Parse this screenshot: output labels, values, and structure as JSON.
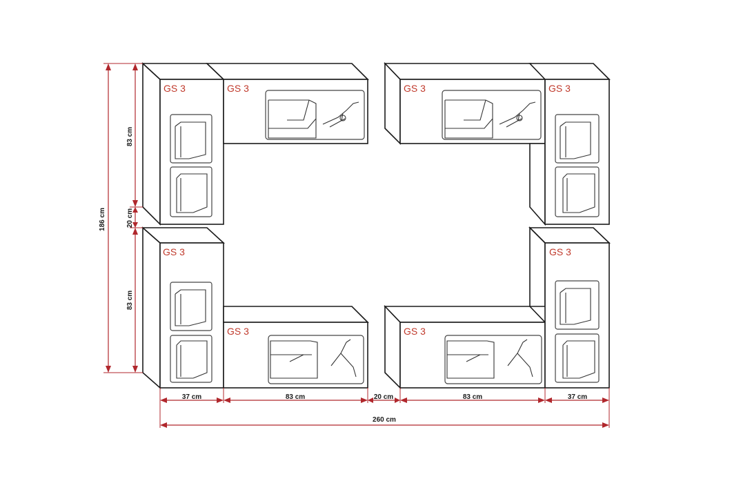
{
  "units": {
    "top_left_tall": {
      "label": "GS 3"
    },
    "top_left_wide": {
      "label": "GS 3"
    },
    "top_right_wide": {
      "label": "GS 3"
    },
    "top_right_tall": {
      "label": "GS 3"
    },
    "bottom_left_tall": {
      "label": "GS 3"
    },
    "bottom_left_wide": {
      "label": "GS 3"
    },
    "bottom_right_wide": {
      "label": "GS 3"
    },
    "bottom_right_tall": {
      "label": "GS 3"
    }
  },
  "dimensions": {
    "total_height": "186 cm",
    "upper_height": "83 cm",
    "gap_height": "20 cm",
    "lower_height": "83 cm",
    "width_left_tall": "37 cm",
    "width_left_wide": "83 cm",
    "width_gap": "20 cm",
    "width_right_wide": "83 cm",
    "width_right_tall": "37 cm",
    "total_width": "260 cm"
  },
  "colors": {
    "dimension_line": "#b0272c",
    "label": "#c0392b",
    "outline": "#1a1a1a"
  }
}
